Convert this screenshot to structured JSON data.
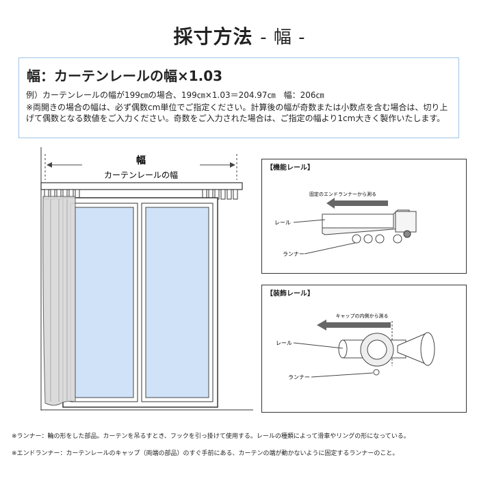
{
  "header": {
    "title": "採寸方法",
    "subtitle": "- 幅 -"
  },
  "formula": {
    "heading": "幅：カーテンレールの幅×1.03",
    "example": "例）カーテンレールの幅が199㎝の場合、199㎝×1.03＝204.97㎝　幅：206㎝",
    "note": "※両開きの場合の幅は、必ず偶数cm単位でご指定ください。計算後の幅が奇数または小数点を含む場合は、切り上げて偶数となる数値をご入力ください。奇数をご入力された場合は、ご指定の幅より1cm大きく製作いたします。"
  },
  "diagram": {
    "width_label": "幅",
    "rail_label": "カーテンレールの幅"
  },
  "functional_rail": {
    "title": "【機能レール】",
    "arrow_label": "固定のエンドランナーから測る",
    "rail_label": "レール",
    "runner_label": "ランナー"
  },
  "decorative_rail": {
    "title": "【装飾レール】",
    "arrow_label": "キャップの内側から測る",
    "rail_label": "レール",
    "runner_label": "ランナー"
  },
  "footnotes": [
    "※ランナー：輪の形をした部品。カーテンを吊るすとき、フックを引っ掛けて使用する。レールの種類によって滑車やリングの形になっている。",
    "※エンドランナー：カーテンレールのキャップ（両端の部品）のすぐ手前にある、カーテンの端が動かないように固定するランナーのこと。"
  ],
  "colors": {
    "box_border": "#9ec4e6",
    "glass": "#cfe2f7",
    "arrow": "#555555"
  }
}
